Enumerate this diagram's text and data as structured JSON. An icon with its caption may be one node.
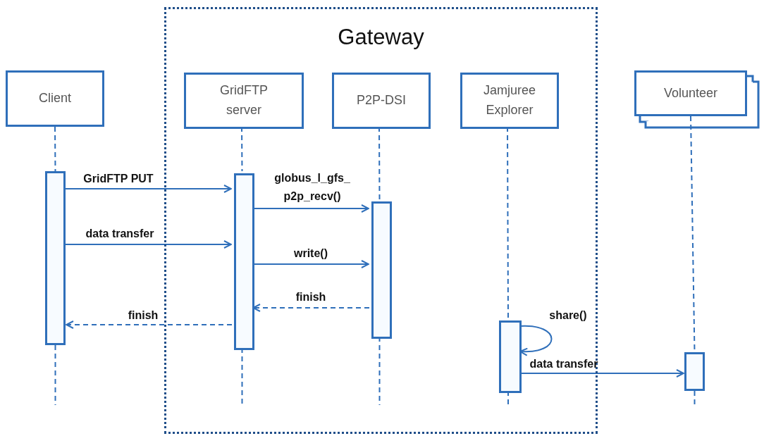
{
  "diagram": {
    "nodes": [
      {
        "text": [
          "Gateway"
        ]
      },
      {
        "text": [
          "Client"
        ]
      },
      {
        "text": [
          "GridFTP server"
        ],
        "in": 0
      },
      {
        "text": [
          "P2P-DSI"
        ],
        "in": 0
      },
      {
        "text": [
          "Jamjuree Explorer"
        ],
        "in": 0
      },
      {
        "text": [
          "Volunteer"
        ]
      },
      {
        "text": [],
        "shape": "bar"
      },
      {
        "text": [],
        "shape": "bar",
        "in": 0
      },
      {
        "text": [],
        "shape": "bar",
        "in": 0
      },
      {
        "text": [],
        "shape": "bar",
        "in": 0
      },
      {
        "text": [],
        "shape": "bar"
      }
    ],
    "edges": [
      {
        "from": 1,
        "to": 6,
        "arrow": "none",
        "style": "dashed"
      },
      {
        "from": 2,
        "to": 7,
        "arrow": "none",
        "style": "dashed"
      },
      {
        "from": 3,
        "to": 8,
        "arrow": "none",
        "style": "dashed"
      },
      {
        "from": 4,
        "to": 9,
        "arrow": "none",
        "style": "dashed"
      },
      {
        "from": 5,
        "to": 10,
        "arrow": "none",
        "style": "dashed"
      },
      {
        "from": 6,
        "to": 7,
        "arrow": "to",
        "label": "GridFTP PUT"
      },
      {
        "from": 7,
        "to": 8,
        "arrow": "to",
        "label": "globus_l_gfs_ p2p_recv()"
      },
      {
        "from": 6,
        "to": 7,
        "arrow": "to",
        "label": "data transfer"
      },
      {
        "from": 7,
        "to": 8,
        "arrow": "to",
        "label": "write()"
      },
      {
        "from": 8,
        "to": 7,
        "arrow": "to",
        "label": "finish",
        "style": "dashed"
      },
      {
        "from": 7,
        "to": 6,
        "arrow": "to",
        "label": "finish",
        "style": "dashed"
      },
      {
        "from": 9,
        "to": 9,
        "arrow": "to",
        "label": "share()"
      },
      {
        "from": 9,
        "to": 10,
        "arrow": "to",
        "label": "data transfer"
      }
    ]
  }
}
